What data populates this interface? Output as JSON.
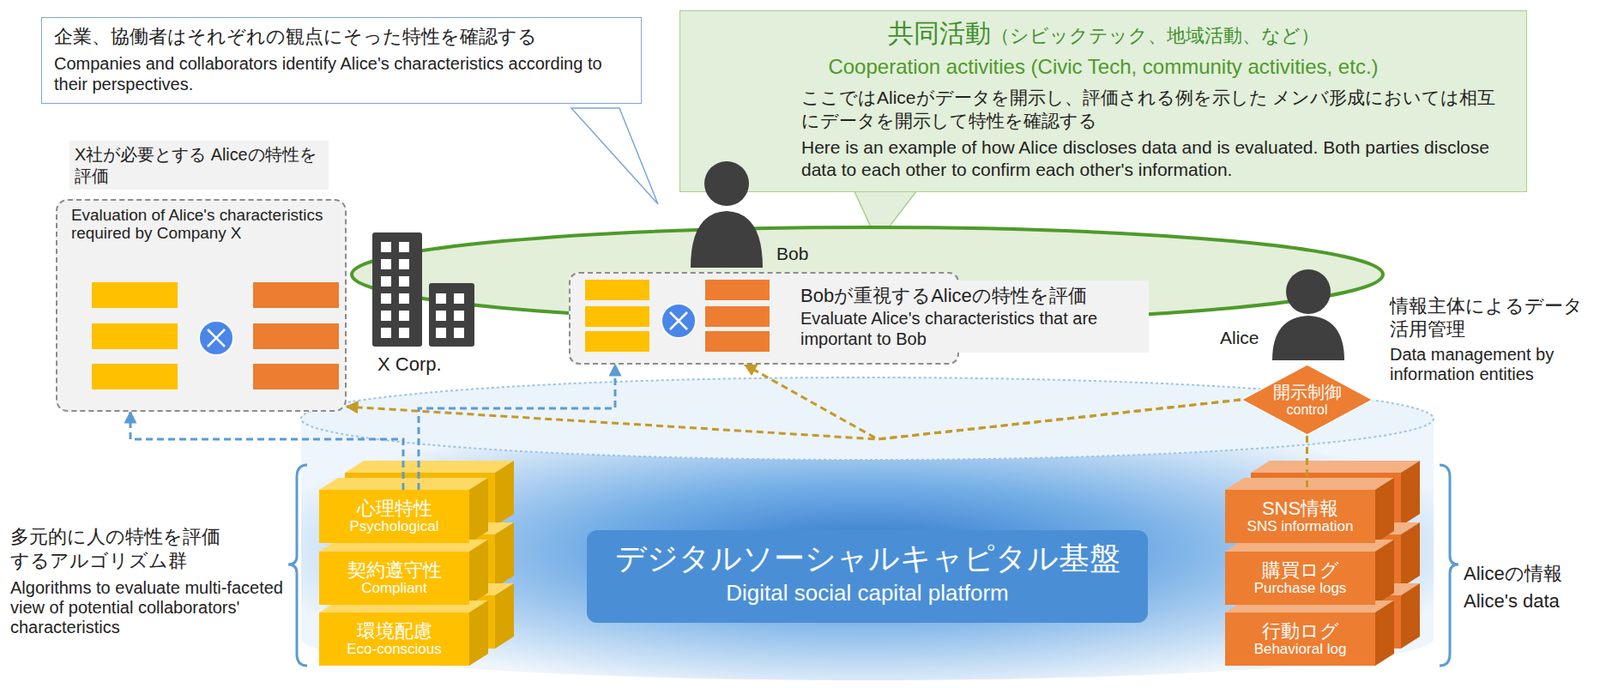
{
  "diagram": {
    "nodes": [
      {
        "text": [
          "企業、協働者はそれぞれの観点にそった特性を確認する",
          "Companies and collaborators identify Alice's characteristics according to their perspectives."
        ]
      },
      {
        "text": [
          "共同活動",
          "（シビックテック、地域活動、など）",
          "Cooperation activities (Civic Tech, community activities, etc.)",
          "ここではAliceがデータを開示し、評価される例を示した メンバ形成においては相互にデータを開示して特性を確認する",
          "Here is an example of how Alice discloses data and is evaluated. Both parties disclose data to each other to confirm each other's information."
        ]
      },
      {
        "text": [
          "X社が必要とする Aliceの特性を評価",
          "Evaluation of Alice's characteristics required by Company X"
        ]
      },
      {
        "text": [
          "Bobが重視するAliceの特性を評価",
          "Evaluate Alice's characteristics that are important to Bob"
        ]
      },
      {
        "text": [
          "開示制御",
          "control"
        ]
      },
      {
        "text": [
          "デジタルソーシャルキャピタル基盤",
          "Digital social capital platform"
        ]
      },
      {
        "text": [
          "心理特性",
          "Psychological"
        ],
        "in": 5
      },
      {
        "text": [
          "契約遵守性",
          "Compliant"
        ],
        "in": 5
      },
      {
        "text": [
          "環境配慮",
          "Eco-conscious"
        ],
        "in": 5
      },
      {
        "text": [
          "SNS情報",
          "SNS information"
        ],
        "in": 5
      },
      {
        "text": [
          "購買ログ",
          "Purchase logs"
        ],
        "in": 5
      },
      {
        "text": [
          "行動ログ",
          "Behavioral log"
        ],
        "in": 5
      }
    ],
    "edges": [
      {
        "from": 6,
        "to": 2,
        "arrow": "to"
      },
      {
        "from": 6,
        "to": 3,
        "arrow": "to"
      },
      {
        "from": 4,
        "to": 2,
        "arrow": "to"
      },
      {
        "from": 4,
        "to": 3,
        "arrow": "to"
      },
      {
        "from": 4,
        "to": 9,
        "arrow": "none"
      }
    ],
    "labels": [
      "X Corp.",
      "Bob",
      "Alice",
      "情報主体によるデータ 活用管理",
      "Data management by information entities",
      "多元的に人の特性を評価 するアルゴリズム群",
      "Algorithms to evaluate multi-faceted view of potential collaborators' characteristics",
      "Aliceの情報",
      "Alice's data"
    ]
  }
}
